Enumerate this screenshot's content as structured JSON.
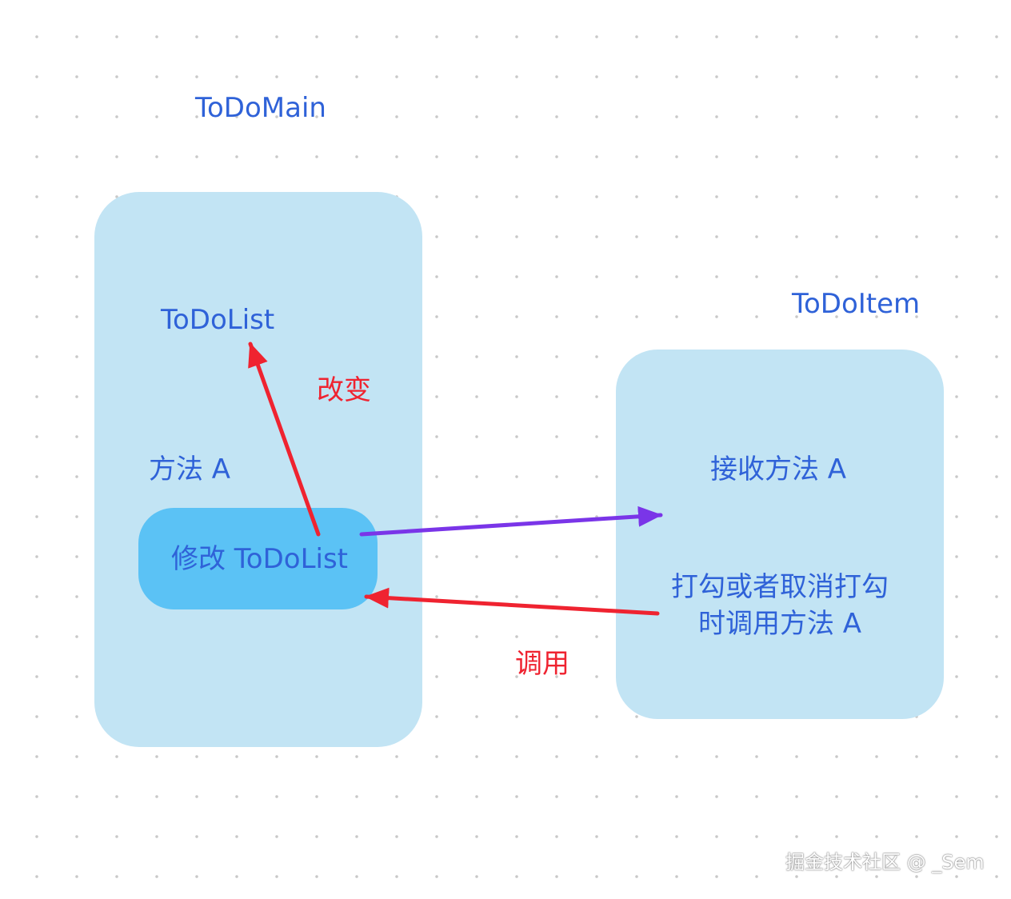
{
  "diagram": {
    "todomain": {
      "title": "ToDoMain",
      "todolist_label": "ToDoList",
      "method_label": "方法 A",
      "modify_label": "修改 ToDoList"
    },
    "todoitem": {
      "title": "ToDoItem",
      "receive_label": "接收方法 A",
      "toggle_label": "打勾或者取消打勾时调用方法 A"
    },
    "edges": {
      "change_label": "改变",
      "call_label": "调用"
    },
    "watermark": "掘金技术社区 @ _Sem"
  },
  "colors": {
    "outer_box": "#c2e4f4",
    "inner_box": "#5bc2f5",
    "text": "#2f62d8",
    "red_arrow": "#ef2330",
    "purple_arrow": "#7a35e8"
  }
}
